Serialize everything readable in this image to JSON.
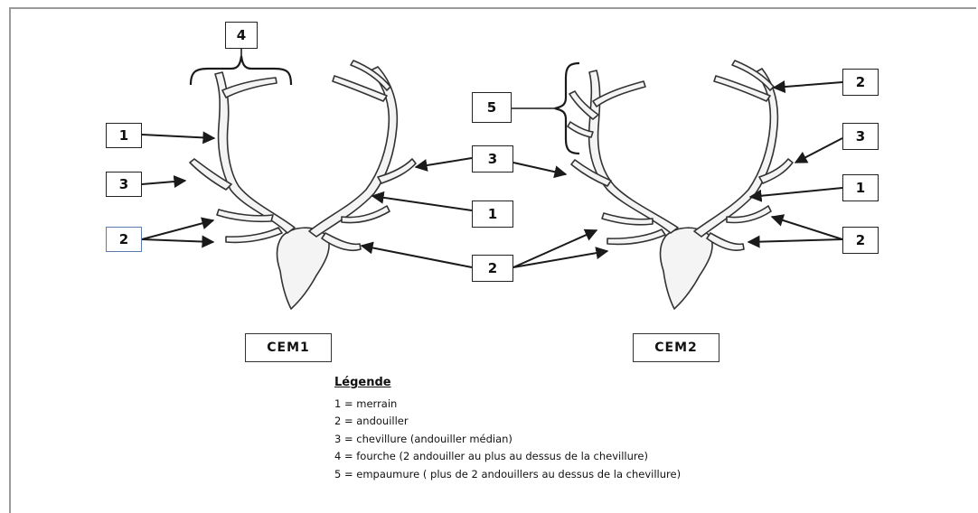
{
  "labels": {
    "left_top_fork": "4",
    "left_beam": "1",
    "left_trez": "3",
    "left_tines": "2",
    "center_trez": "3",
    "center_beam": "1",
    "center_tines": "2",
    "right_crown": "5",
    "right_top_tine": "2",
    "right_trez": "3",
    "right_beam": "1",
    "right_tines": "2"
  },
  "captions": {
    "left": "CEM1",
    "right": "CEM2"
  },
  "legend": {
    "title": "Légende",
    "items": [
      "1 = merrain",
      "2 = andouiller",
      "3 = chevillure (andouiller médian)",
      "4 = fourche (2 andouiller au plus au dessus de la chevillure)",
      "5 = empaumure ( plus de 2 andouillers au dessus de la chevillure)"
    ]
  },
  "colors": {
    "line": "#1a1a1a",
    "antler_fill": "#f4f4f4",
    "antler_stroke": "#333333"
  }
}
